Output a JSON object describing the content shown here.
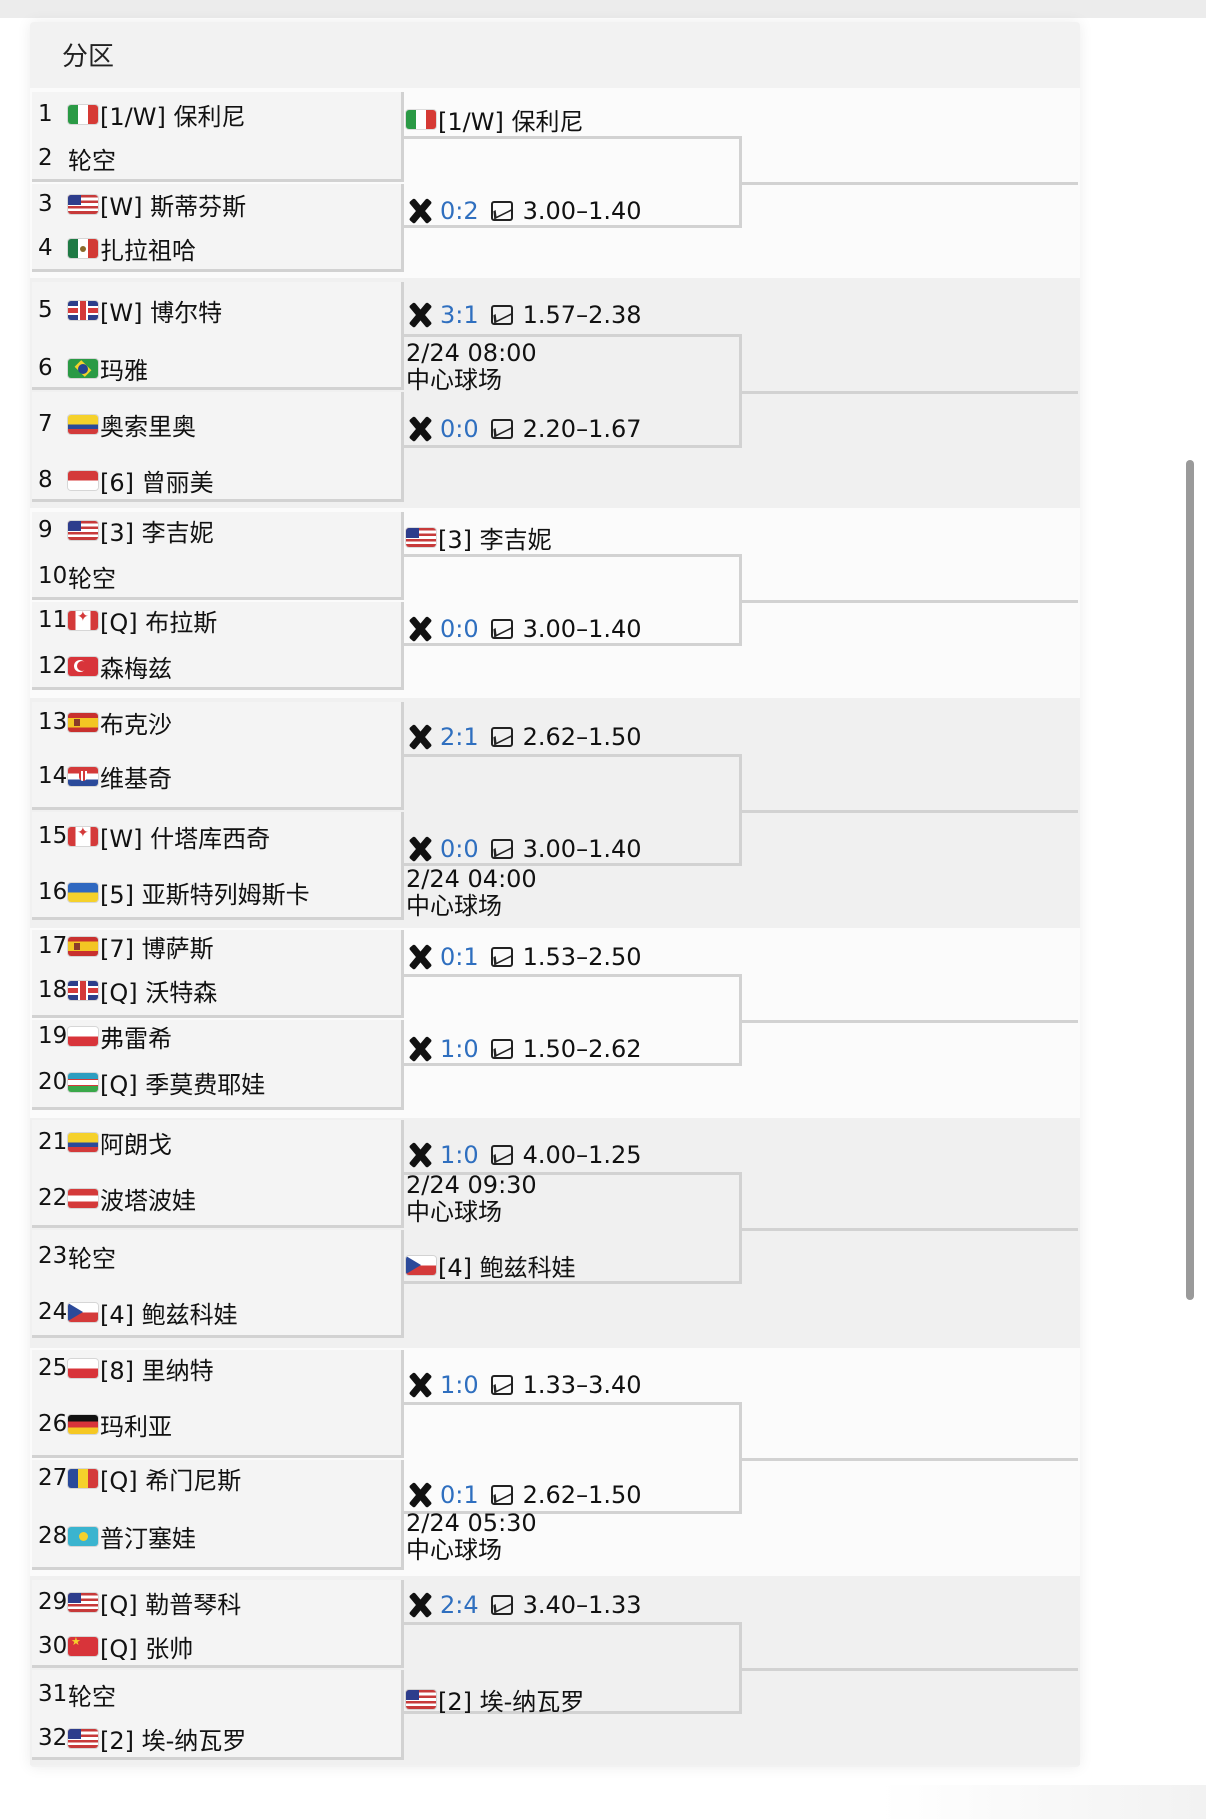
{
  "title": "分区",
  "players": [
    {
      "seed": "1",
      "flag": "it",
      "name": "[1/W] 保利尼"
    },
    {
      "seed": "2",
      "flag": "",
      "name": "轮空"
    },
    {
      "seed": "3",
      "flag": "us",
      "name": "[W] 斯蒂芬斯"
    },
    {
      "seed": "4",
      "flag": "mx",
      "name": "扎拉祖哈"
    },
    {
      "seed": "5",
      "flag": "gb",
      "name": "[W] 博尔特"
    },
    {
      "seed": "6",
      "flag": "br",
      "name": "玛雅"
    },
    {
      "seed": "7",
      "flag": "co",
      "name": "奥索里奥"
    },
    {
      "seed": "8",
      "flag": "id",
      "name": "[6] 曾丽美"
    },
    {
      "seed": "9",
      "flag": "us",
      "name": "[3] 李吉妮"
    },
    {
      "seed": "10",
      "flag": "",
      "name": "轮空"
    },
    {
      "seed": "11",
      "flag": "ca",
      "name": "[Q] 布拉斯"
    },
    {
      "seed": "12",
      "flag": "tr",
      "name": "森梅兹"
    },
    {
      "seed": "13",
      "flag": "es",
      "name": "布克沙"
    },
    {
      "seed": "14",
      "flag": "hr",
      "name": "维基奇"
    },
    {
      "seed": "15",
      "flag": "ca",
      "name": "[W] 什塔库西奇"
    },
    {
      "seed": "16",
      "flag": "ua",
      "name": "[5] 亚斯特列姆斯卡"
    },
    {
      "seed": "17",
      "flag": "es",
      "name": "[7] 博萨斯"
    },
    {
      "seed": "18",
      "flag": "gb",
      "name": "[Q] 沃特森"
    },
    {
      "seed": "19",
      "flag": "pl",
      "name": "弗雷希"
    },
    {
      "seed": "20",
      "flag": "uz",
      "name": "[Q] 季莫费耶娃"
    },
    {
      "seed": "21",
      "flag": "co",
      "name": "阿朗戈"
    },
    {
      "seed": "22",
      "flag": "at",
      "name": "波塔波娃"
    },
    {
      "seed": "23",
      "flag": "",
      "name": "轮空"
    },
    {
      "seed": "24",
      "flag": "cz",
      "name": "[4] 鲍兹科娃"
    },
    {
      "seed": "25",
      "flag": "pl",
      "name": "[8] 里纳特"
    },
    {
      "seed": "26",
      "flag": "de",
      "name": "玛利亚"
    },
    {
      "seed": "27",
      "flag": "ad",
      "name": "[Q] 希门尼斯"
    },
    {
      "seed": "28",
      "flag": "kz",
      "name": "普汀塞娃"
    },
    {
      "seed": "29",
      "flag": "us",
      "name": "[Q] 勒普琴科"
    },
    {
      "seed": "30",
      "flag": "cn",
      "name": "[Q] 张帅"
    },
    {
      "seed": "31",
      "flag": "",
      "name": "轮空"
    },
    {
      "seed": "32",
      "flag": "us",
      "name": "[2] 埃-纳瓦罗"
    }
  ],
  "round2": [
    {
      "type": "advance",
      "flag": "it",
      "name": "[1/W] 保利尼"
    },
    {
      "type": "match",
      "score": "0:2",
      "odds": "3.00–1.40"
    },
    {
      "type": "match",
      "score": "3:1",
      "odds": "1.57–2.38"
    },
    {
      "type": "match",
      "score": "0:0",
      "odds": "2.20–1.67"
    },
    {
      "type": "advance",
      "flag": "us",
      "name": "[3] 李吉妮"
    },
    {
      "type": "match",
      "score": "0:0",
      "odds": "3.00–1.40"
    },
    {
      "type": "match",
      "score": "2:1",
      "odds": "2.62–1.50"
    },
    {
      "type": "match",
      "score": "0:0",
      "odds": "3.00–1.40"
    },
    {
      "type": "match",
      "score": "0:1",
      "odds": "1.53–2.50"
    },
    {
      "type": "match",
      "score": "1:0",
      "odds": "1.50–2.62"
    },
    {
      "type": "match",
      "score": "1:0",
      "odds": "4.00–1.25"
    },
    {
      "type": "advance",
      "flag": "cz",
      "name": "[4] 鲍兹科娃"
    },
    {
      "type": "match",
      "score": "1:0",
      "odds": "1.33–3.40"
    },
    {
      "type": "match",
      "score": "0:1",
      "odds": "2.62–1.50"
    },
    {
      "type": "match",
      "score": "2:4",
      "odds": "3.40–1.33"
    },
    {
      "type": "advance",
      "flag": "us",
      "name": "[2] 埃-纳瓦罗"
    }
  ],
  "schedules": [
    {
      "time": "2/24 08:00",
      "venue": "中心球场"
    },
    {
      "time": "2/24 04:00",
      "venue": "中心球场"
    },
    {
      "time": "2/24 09:30",
      "venue": "中心球场"
    },
    {
      "time": "2/24 05:30",
      "venue": "中心球场"
    }
  ],
  "colors": {
    "score": "#2f6fbf",
    "line": "#d2d2d2"
  },
  "icons": {
    "match": "crossed-rackets-icon",
    "odds": "odds-chart-icon"
  }
}
